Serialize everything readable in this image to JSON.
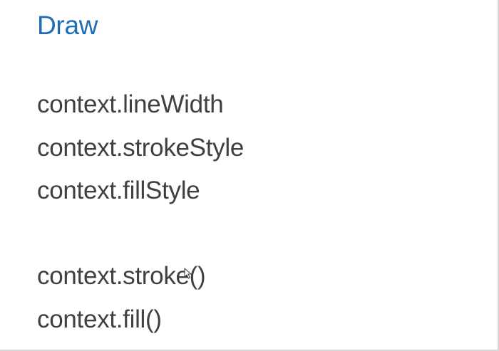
{
  "slide": {
    "title": "Draw",
    "lines": [
      "context.lineWidth",
      "context.strokeStyle",
      "context.fillStyle",
      "context.stroke()",
      "context.fill()"
    ]
  },
  "colors": {
    "title": "#1e6db7",
    "text": "#404040",
    "background": "#ffffff"
  },
  "icons": {
    "cursor": "mouse-pointer-icon"
  }
}
